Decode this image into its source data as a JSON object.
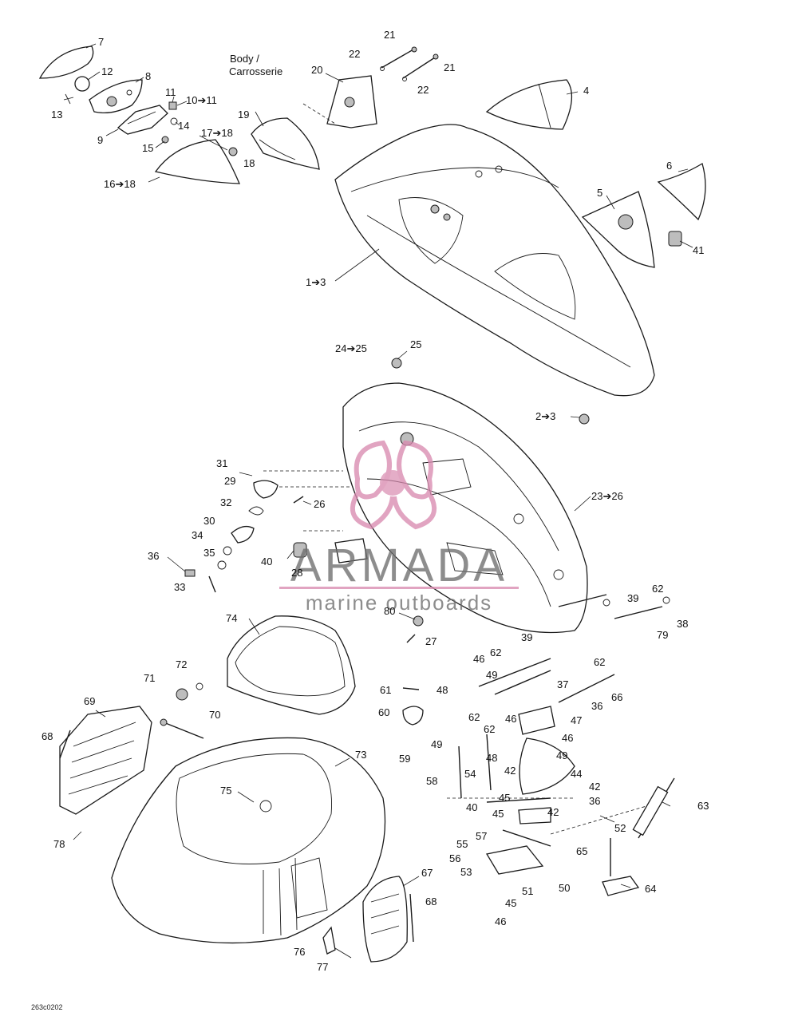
{
  "callouts": [
    {
      "id": "c7",
      "text": "7"
    },
    {
      "id": "c12",
      "text": "12"
    },
    {
      "id": "c8",
      "text": "8"
    },
    {
      "id": "c13",
      "text": "13"
    },
    {
      "id": "c11",
      "text": "11"
    },
    {
      "id": "c10",
      "text": "10➔11"
    },
    {
      "id": "c14",
      "text": "14"
    },
    {
      "id": "c9",
      "text": "9"
    },
    {
      "id": "c15",
      "text": "15"
    },
    {
      "id": "c17",
      "text": "17➔18"
    },
    {
      "id": "c18",
      "text": "18"
    },
    {
      "id": "c16",
      "text": "16➔18"
    },
    {
      "id": "c19",
      "text": "19"
    },
    {
      "id": "c20",
      "text": "20"
    },
    {
      "id": "c21a",
      "text": "21"
    },
    {
      "id": "c21b",
      "text": "21"
    },
    {
      "id": "c22a",
      "text": "22"
    },
    {
      "id": "c22b",
      "text": "22"
    },
    {
      "id": "c4",
      "text": "4"
    },
    {
      "id": "c6",
      "text": "6"
    },
    {
      "id": "c5",
      "text": "5"
    },
    {
      "id": "c41",
      "text": "41"
    },
    {
      "id": "c1",
      "text": "1➔3"
    },
    {
      "id": "c24",
      "text": "24➔25"
    },
    {
      "id": "c25",
      "text": "25"
    },
    {
      "id": "c2",
      "text": "2➔3"
    },
    {
      "id": "c31",
      "text": "31"
    },
    {
      "id": "c29",
      "text": "29"
    },
    {
      "id": "c26",
      "text": "26"
    },
    {
      "id": "c23",
      "text": "23➔26"
    },
    {
      "id": "c32",
      "text": "32"
    },
    {
      "id": "c30",
      "text": "30"
    },
    {
      "id": "c34",
      "text": "34"
    },
    {
      "id": "c36a",
      "text": "36"
    },
    {
      "id": "c35",
      "text": "35"
    },
    {
      "id": "c33",
      "text": "33"
    },
    {
      "id": "c40a",
      "text": "40"
    },
    {
      "id": "c28",
      "text": "28"
    },
    {
      "id": "c39a",
      "text": "39"
    },
    {
      "id": "c62a",
      "text": "62"
    },
    {
      "id": "c38",
      "text": "38"
    },
    {
      "id": "c80",
      "text": "80"
    },
    {
      "id": "c27",
      "text": "27"
    },
    {
      "id": "c79",
      "text": "79"
    },
    {
      "id": "c74",
      "text": "74"
    },
    {
      "id": "c39b",
      "text": "39"
    },
    {
      "id": "c46a",
      "text": "46"
    },
    {
      "id": "c62b",
      "text": "62"
    },
    {
      "id": "c49a",
      "text": "49"
    },
    {
      "id": "c62c",
      "text": "62"
    },
    {
      "id": "c37",
      "text": "37"
    },
    {
      "id": "c72",
      "text": "72"
    },
    {
      "id": "c71",
      "text": "71"
    },
    {
      "id": "c61",
      "text": "61"
    },
    {
      "id": "c48a",
      "text": "48"
    },
    {
      "id": "c66",
      "text": "66"
    },
    {
      "id": "c36b",
      "text": "36"
    },
    {
      "id": "c69",
      "text": "69"
    },
    {
      "id": "c62d",
      "text": "62"
    },
    {
      "id": "c46b",
      "text": "46"
    },
    {
      "id": "c47",
      "text": "47"
    },
    {
      "id": "c60",
      "text": "60"
    },
    {
      "id": "c70",
      "text": "70"
    },
    {
      "id": "c62e",
      "text": "62"
    },
    {
      "id": "c46c",
      "text": "46"
    },
    {
      "id": "c68",
      "text": "68"
    },
    {
      "id": "c49b",
      "text": "49"
    },
    {
      "id": "c48b",
      "text": "48"
    },
    {
      "id": "c49c",
      "text": "49"
    },
    {
      "id": "c59",
      "text": "59"
    },
    {
      "id": "c73",
      "text": "73"
    },
    {
      "id": "c42a",
      "text": "42"
    },
    {
      "id": "c54",
      "text": "54"
    },
    {
      "id": "c44",
      "text": "44"
    },
    {
      "id": "c58",
      "text": "58"
    },
    {
      "id": "c42b",
      "text": "42"
    },
    {
      "id": "c36c",
      "text": "36"
    },
    {
      "id": "c75",
      "text": "75"
    },
    {
      "id": "c45a",
      "text": "45"
    },
    {
      "id": "c63",
      "text": "63"
    },
    {
      "id": "c40b",
      "text": "40"
    },
    {
      "id": "c45b",
      "text": "45"
    },
    {
      "id": "c42c",
      "text": "42"
    },
    {
      "id": "c78",
      "text": "78"
    },
    {
      "id": "c52",
      "text": "52"
    },
    {
      "id": "c57",
      "text": "57"
    },
    {
      "id": "c55",
      "text": "55"
    },
    {
      "id": "c65",
      "text": "65"
    },
    {
      "id": "c56",
      "text": "56"
    },
    {
      "id": "c53",
      "text": "53"
    },
    {
      "id": "c50",
      "text": "50"
    },
    {
      "id": "c64",
      "text": "64"
    },
    {
      "id": "c51",
      "text": "51"
    },
    {
      "id": "c67",
      "text": "67"
    },
    {
      "id": "c45c",
      "text": "45"
    },
    {
      "id": "c68b",
      "text": "68"
    },
    {
      "id": "c46d",
      "text": "46"
    },
    {
      "id": "c76",
      "text": "76"
    },
    {
      "id": "c77",
      "text": "77"
    }
  ],
  "body_label": {
    "line1": "Body /",
    "line2": "Carrosserie"
  },
  "drawing_code": "263c0202",
  "watermark": {
    "brand": "ARMADA",
    "tagline": "marine outboards",
    "color_pink": "#d98bb0",
    "color_gray": "#6e6e6e"
  }
}
